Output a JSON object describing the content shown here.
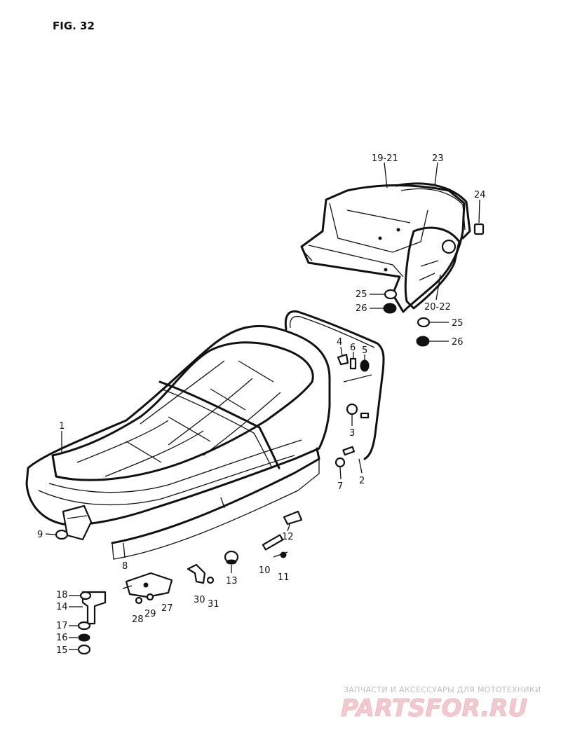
{
  "figure": {
    "title": "FIG. 32"
  },
  "callouts": {
    "p1": "1",
    "p2": "2",
    "p3": "3",
    "p4": "4",
    "p5": "5",
    "p6": "6",
    "p7": "7",
    "p8": "8",
    "p9": "9",
    "p10": "10",
    "p11": "11",
    "p12": "12",
    "p13": "13",
    "p14": "14",
    "p15": "15",
    "p16": "16",
    "p17": "17",
    "p18": "18",
    "p19_21": "19-21",
    "p20_22": "20-22",
    "p23": "23",
    "p24": "24",
    "p25a": "25",
    "p25b": "25",
    "p26a": "26",
    "p26b": "26",
    "p27": "27",
    "p28": "28",
    "p29": "29",
    "p30": "30",
    "p31": "31"
  },
  "watermark": {
    "tagline": "ЗАПЧАСТИ И АКСЕССУАРЫ ДЛЯ МОТОТЕХНИКИ",
    "logo": "PARTSFOR.RU",
    "color": "#f2c9cf"
  }
}
